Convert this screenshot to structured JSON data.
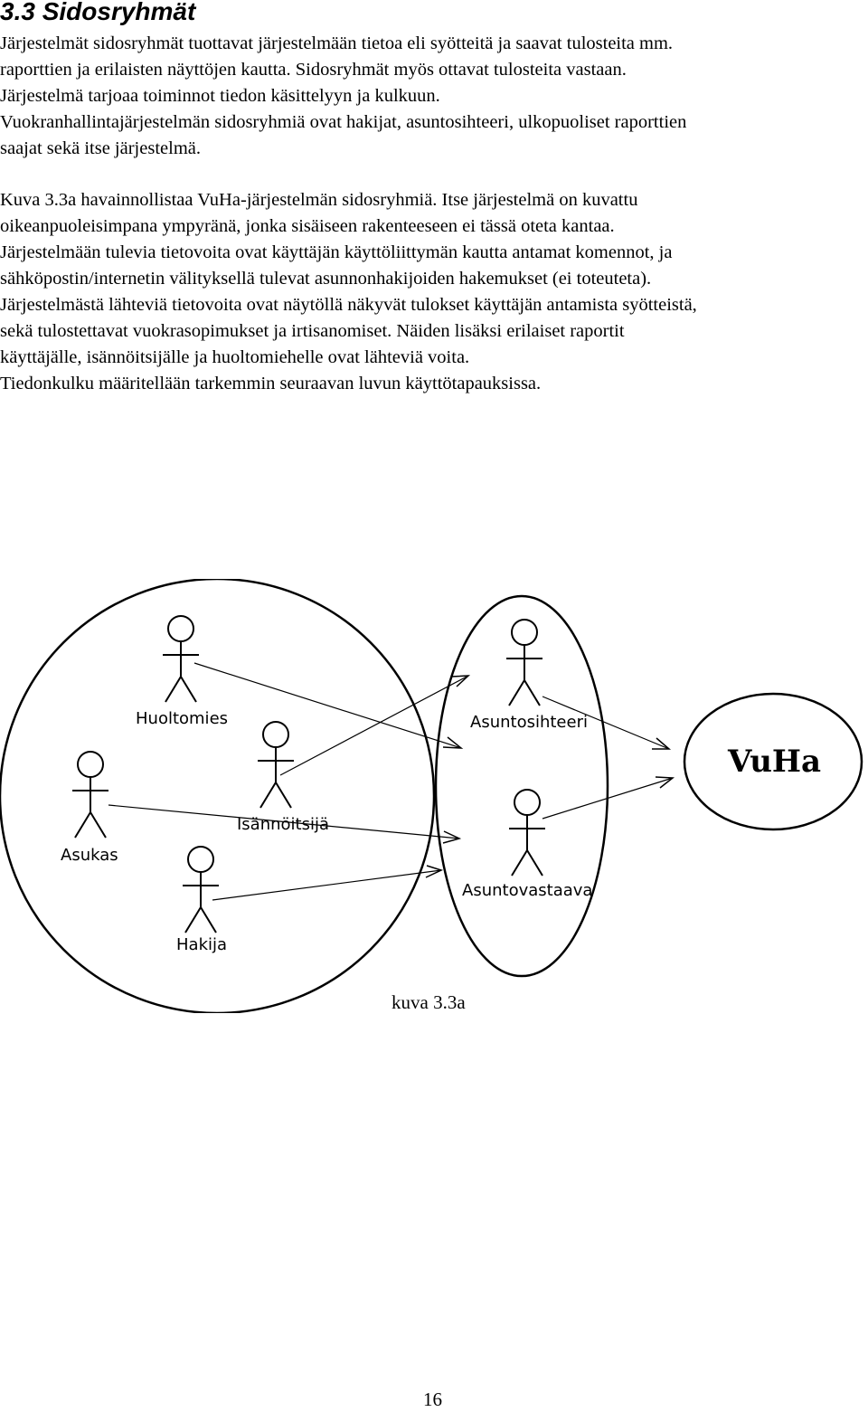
{
  "section": {
    "heading": "3.3  Sidosryhmät"
  },
  "paragraph1": [
    "Järjestelmät sidosryhmät tuottavat järjestelmään tietoa eli syötteitä ja saavat tulosteita mm.",
    "raporttien ja erilaisten näyttöjen kautta. Sidosryhmät myös ottavat tulosteita vastaan.",
    "Järjestelmä tarjoaa toiminnot tiedon käsittelyyn ja kulkuun.",
    "Vuokranhallintajärjestelmän sidosryhmiä ovat hakijat, asuntosihteeri, ulkopuoliset raporttien",
    "saajat sekä itse järjestelmä."
  ],
  "paragraph2": [
    "Kuva 3.3a havainnollistaa VuHa-järjestelmän sidosryhmiä. Itse järjestelmä on kuvattu",
    "oikeanpuoleisimpana ympyränä, jonka sisäiseen rakenteeseen ei tässä oteta kantaa.",
    "Järjestelmään tulevia tietovoita ovat käyttäjän käyttöliittymän kautta antamat komennot,  ja",
    "sähköpostin/internetin välityksellä tulevat asunnonhakijoiden hakemukset (ei toteuteta).",
    "Järjestelmästä lähteviä tietovoita ovat näytöllä näkyvät tulokset käyttäjän antamista syötteistä,",
    "sekä tulostettavat vuokrasopimukset ja irtisanomiset. Näiden lisäksi erilaiset raportit",
    "käyttäjälle, isännöitsijälle ja huoltomiehelle ovat lähteviä voita.",
    "Tiedonkulku määritellään tarkemmin seuraavan luvun käyttötapauksissa."
  ],
  "diagram": {
    "actors": [
      "Huoltomies",
      "Isännöitsijä",
      "Asukas",
      "Hakija",
      "Asuntosihteeri",
      "Asuntovastaava"
    ],
    "system": "VuHa"
  },
  "caption": "kuva 3.3a",
  "page_number": "16"
}
